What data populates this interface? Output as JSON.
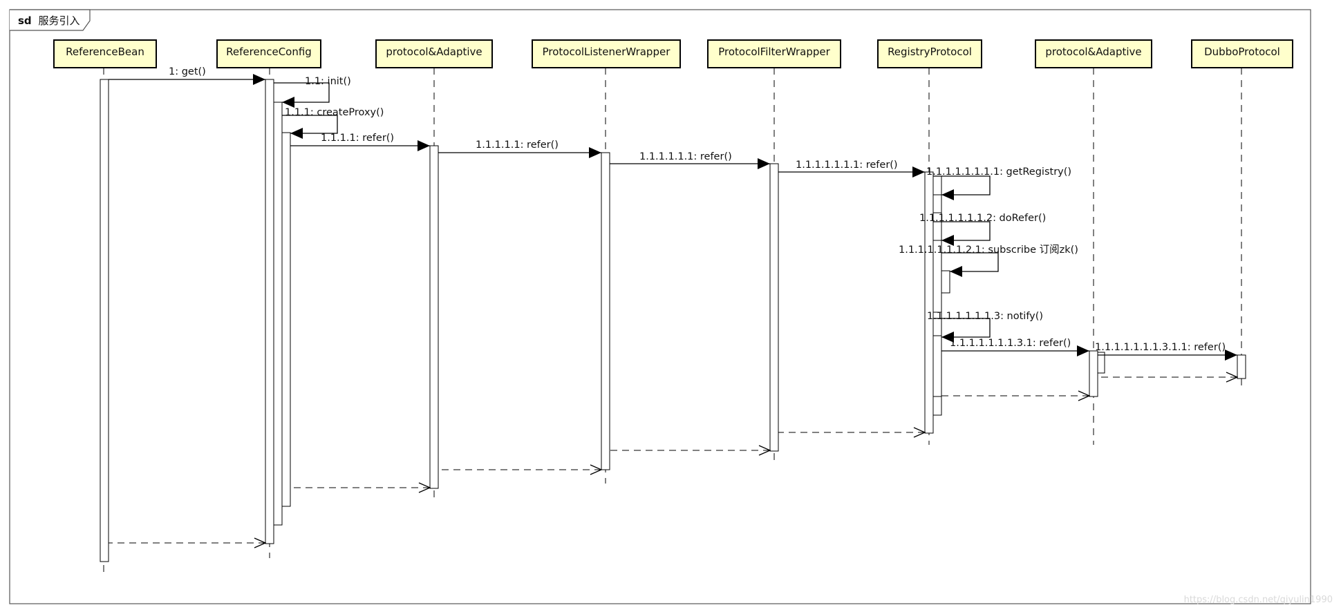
{
  "diagram": {
    "title_bold": "sd",
    "title_text": "服务引入",
    "watermark": "https://blog.csdn.net/qiyulin1990",
    "colors": {
      "actor_fill": "#ffffcc",
      "line": "#000000",
      "frame_bg": "#ffffff"
    },
    "participants": [
      {
        "id": "p0",
        "name": "ReferenceBean"
      },
      {
        "id": "p1",
        "name": "ReferenceConfig"
      },
      {
        "id": "p2",
        "name": "protocol&Adaptive"
      },
      {
        "id": "p3",
        "name": "ProtocolListenerWrapper"
      },
      {
        "id": "p4",
        "name": "ProtocolFilterWrapper"
      },
      {
        "id": "p5",
        "name": "RegistryProtocol"
      },
      {
        "id": "p6",
        "name": "protocol&Adaptive"
      },
      {
        "id": "p7",
        "name": "DubboProtocol"
      }
    ],
    "messages": [
      {
        "id": "m1",
        "label": "1: get()"
      },
      {
        "id": "m2",
        "label": "1.1: init()"
      },
      {
        "id": "m3",
        "label": "1.1.1: createProxy()"
      },
      {
        "id": "m4",
        "label": "1.1.1.1: refer()"
      },
      {
        "id": "m5",
        "label": "1.1.1.1.1: refer()"
      },
      {
        "id": "m6",
        "label": "1.1.1.1.1.1: refer()"
      },
      {
        "id": "m7",
        "label": "1.1.1.1.1.1.1: refer()"
      },
      {
        "id": "m8",
        "label": "1.1.1.1.1.1.1.1: getRegistry()"
      },
      {
        "id": "m9",
        "label": "1.1.1.1.1.1.1.2: doRefer()"
      },
      {
        "id": "m10",
        "label": "1.1.1.1.1.1.1.2.1: subscribe 订阅zk()"
      },
      {
        "id": "m11",
        "label": "1.1.1.1.1.1.1.3: notify()"
      },
      {
        "id": "m12",
        "label": "1.1.1.1.1.1.1.3.1: refer()"
      },
      {
        "id": "m13",
        "label": "1.1.1.1.1.1.1.3.1.1: refer()"
      }
    ]
  }
}
